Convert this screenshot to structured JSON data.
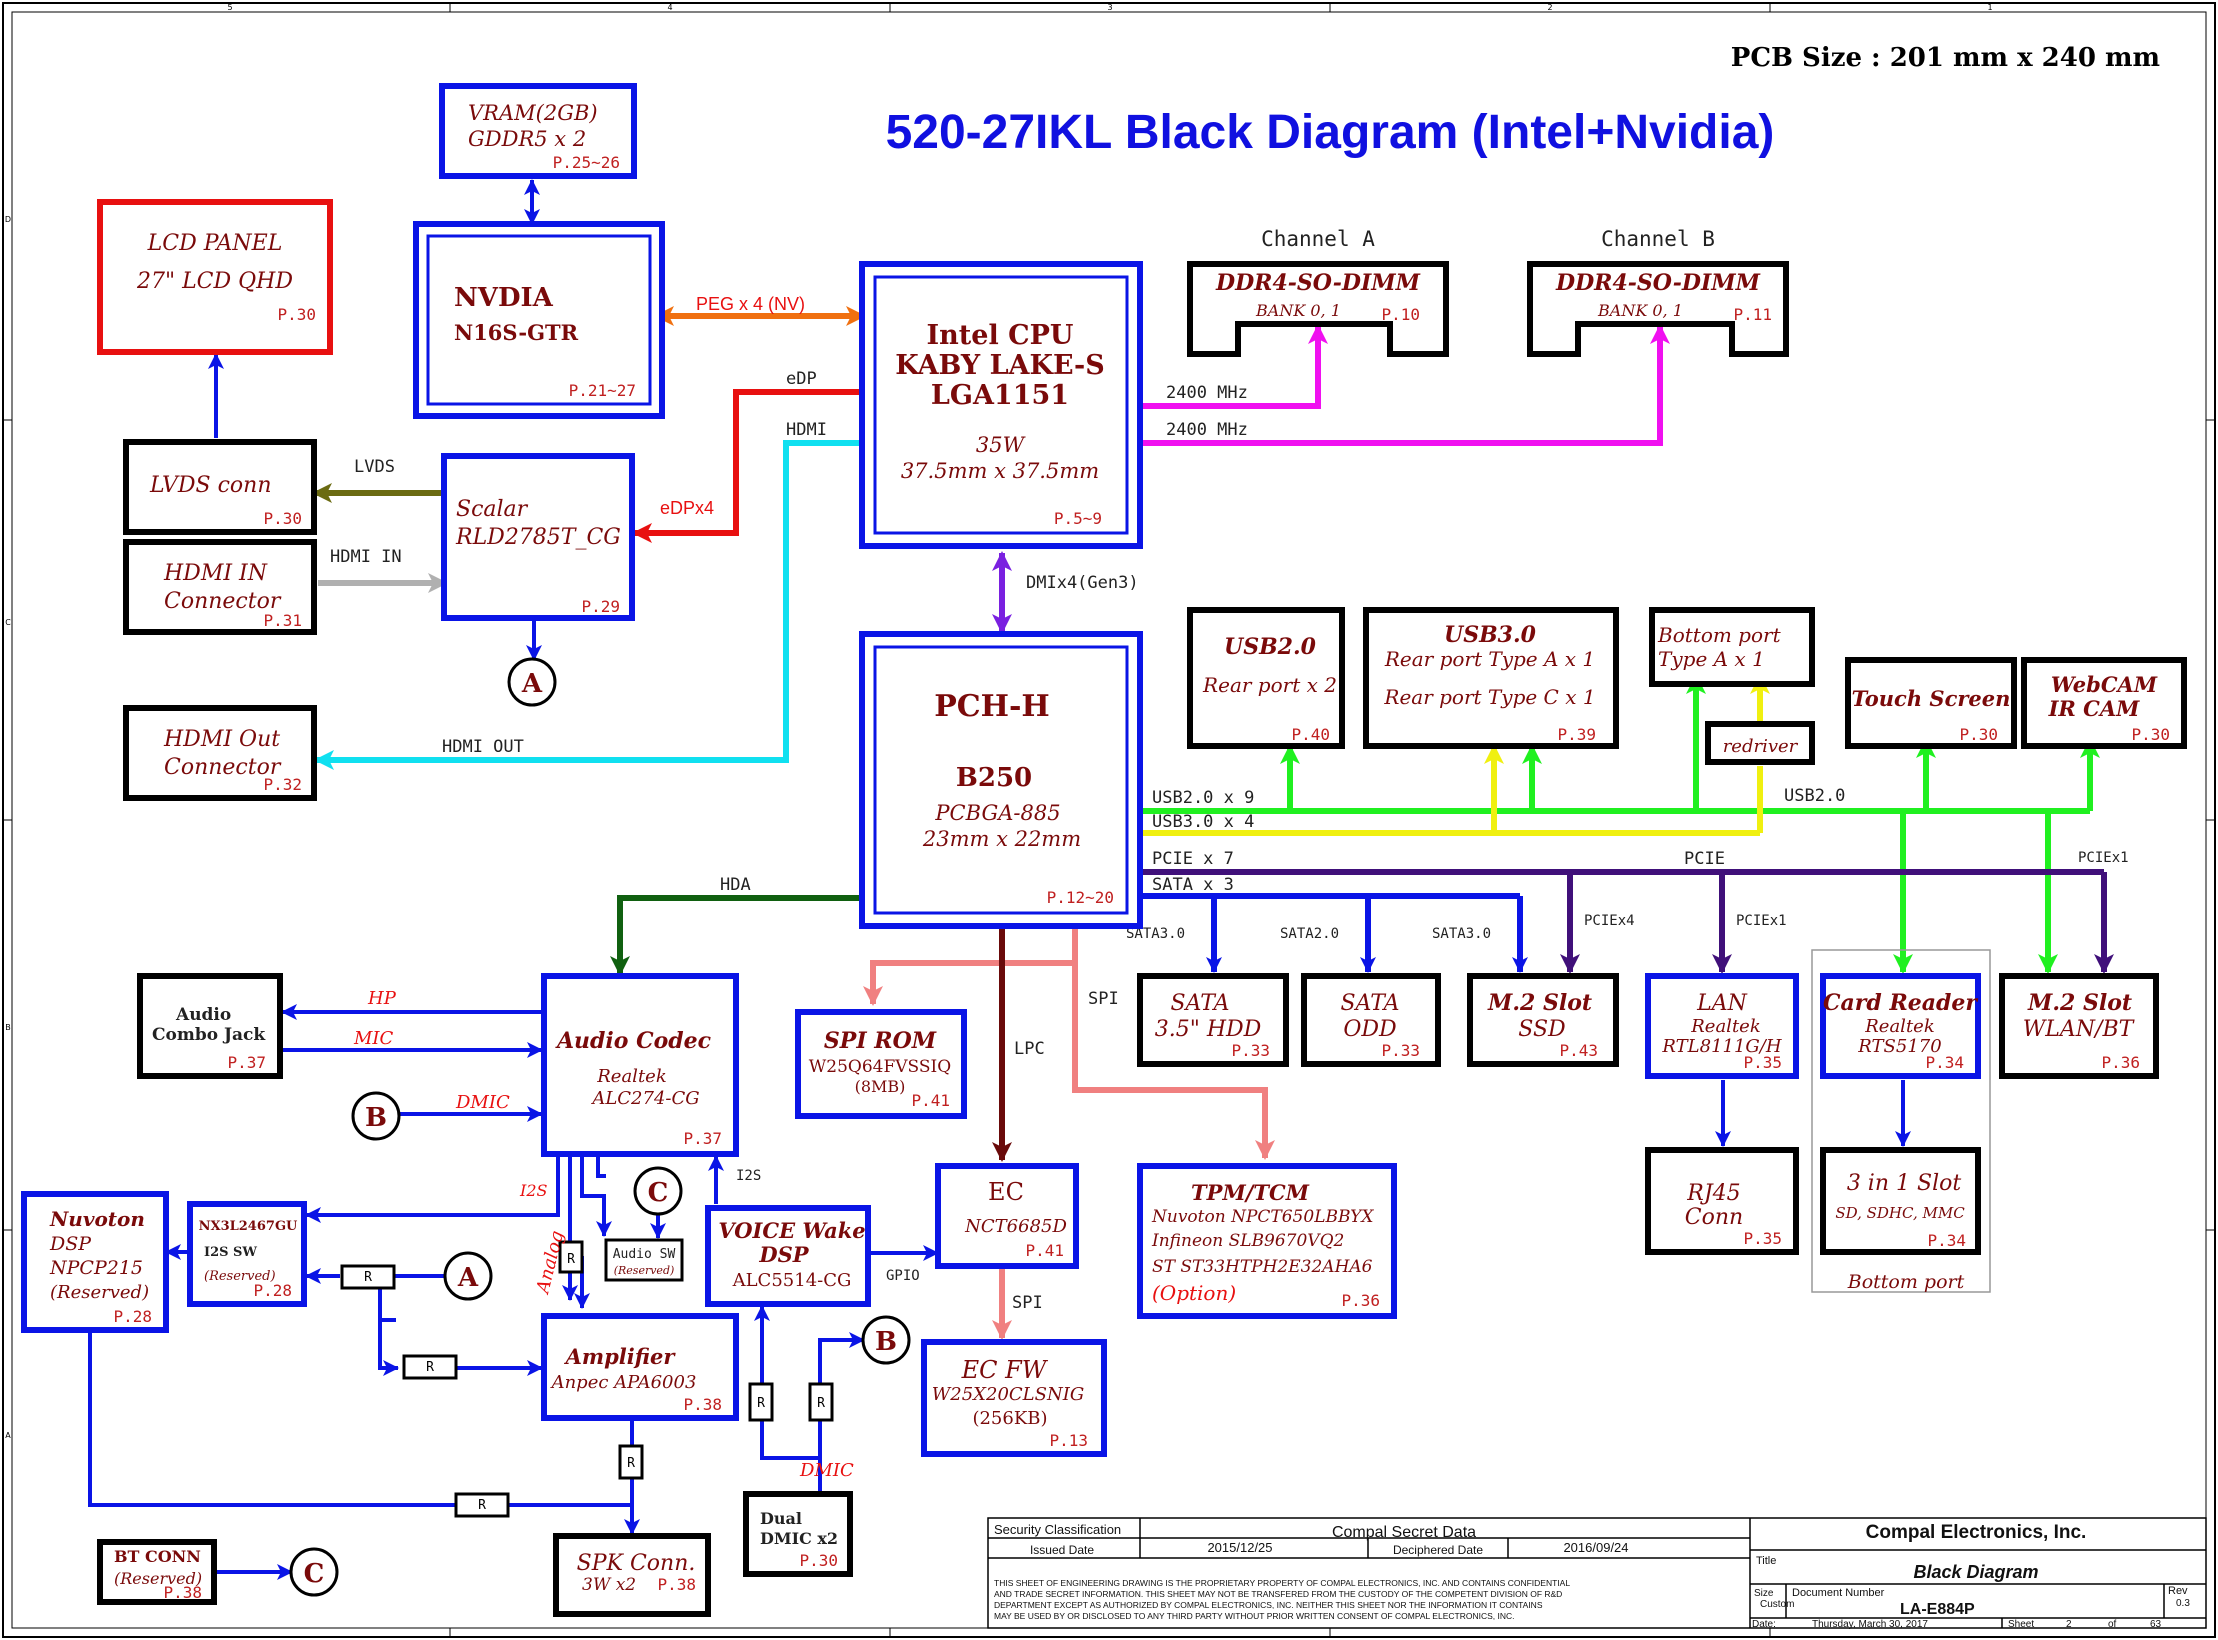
{
  "header": {
    "pcb_size": "PCB Size : 201 mm x 240 mm",
    "title": "520-27IKL Black Diagram (Intel+Nvidia)"
  },
  "border": {
    "top_numbers": [
      "5",
      "4",
      "3",
      "2",
      "1"
    ],
    "side_letters": [
      "D",
      "C",
      "B",
      "A"
    ]
  },
  "colors": {
    "block": "#0a14e6",
    "text": "#7a0a0a",
    "red": "#e81010",
    "orange": "#f07010",
    "olive": "#6b6b12",
    "gray": "#b0b0b0",
    "cyan": "#10e0f0",
    "magenta": "#f010f0",
    "purple": "#7a20e0",
    "green": "#20f020",
    "yellow": "#f0f010",
    "darkgreen": "#106010",
    "indigo": "#40107a",
    "salmon": "#f08080",
    "maroon": "#6a0a0a",
    "title_blue": "#1010e0"
  },
  "blocks": {
    "vram": {
      "l1": "VRAM(2GB)",
      "l2": "GDDR5 x 2",
      "page": "P.25~26"
    },
    "nvidia": {
      "l1": "NVDIA",
      "l2": "N16S-GTR",
      "page": "P.21~27"
    },
    "lcd": {
      "l1": "LCD  PANEL",
      "l2": "27\" LCD   QHD",
      "page": "P.30"
    },
    "lvds_conn": {
      "l1": "LVDS conn",
      "page": "P.30"
    },
    "hdmi_in": {
      "l1": "HDMI IN",
      "l2": "Connector",
      "page": "P.31"
    },
    "scalar": {
      "l1": "Scalar",
      "l2": "RLD2785T_CG",
      "page": "P.29"
    },
    "hdmi_out": {
      "l1": "HDMI Out",
      "l2": "Connector",
      "page": "P.32"
    },
    "cpu": {
      "l1": "Intel CPU",
      "l2": "KABY LAKE-S",
      "l3": "LGA1151",
      "l4": "35W",
      "l5": "37.5mm x 37.5mm",
      "page": "P.5~9"
    },
    "dimm_a": {
      "channel": "Channel  A",
      "l1": "DDR4-SO-DIMM",
      "bank": "BANK 0, 1",
      "page": "P.10"
    },
    "dimm_b": {
      "channel": "Channel  B",
      "l1": "DDR4-SO-DIMM",
      "bank": "BANK 0, 1",
      "page": "P.11"
    },
    "pch": {
      "l1": "PCH-H",
      "l2": "B250",
      "l3": "PCBGA-885",
      "l4": "23mm x 22mm",
      "page": "P.12~20"
    },
    "usb2": {
      "l1": "USB2.0",
      "l2": "Rear port  x 2",
      "page": "P.40"
    },
    "usb3": {
      "l1": "USB3.0",
      "l2": "Rear port Type  A  x 1",
      "l3": "Rear port Type  C  x 1",
      "page": "P.39"
    },
    "bottom_port": {
      "l1": "Bottom port",
      "l2": "Type  A  x 1"
    },
    "redriver": {
      "l1": "redriver"
    },
    "touch": {
      "l1": "Touch Screen",
      "page": "P.30"
    },
    "webcam": {
      "l1": "WebCAM",
      "l2": "IR CAM",
      "page": "P.30"
    },
    "audio_jack": {
      "l1": "Audio",
      "l2": "Combo  Jack",
      "page": "P.37"
    },
    "codec": {
      "l1": "Audio Codec",
      "l2": "Realtek",
      "l3": "ALC274-CG",
      "page": "P.37"
    },
    "spi_rom": {
      "l1": "SPI  ROM",
      "l2": "W25Q64FVSSIQ",
      "l3": "(8MB)",
      "page": "P.41"
    },
    "sata_hdd": {
      "l1": "SATA",
      "l2": "3.5\" HDD",
      "page": "P.33"
    },
    "sata_odd": {
      "l1": "SATA",
      "l2": "ODD",
      "page": "P.33"
    },
    "m2_ssd": {
      "l1": "M.2 Slot",
      "l2": "SSD",
      "page": "P.43"
    },
    "lan": {
      "l1": "LAN",
      "l2": "Realtek",
      "l3": "RTL8111G/H",
      "page": "P.35"
    },
    "card_reader": {
      "l1": "Card Reader",
      "l2": "Realtek",
      "l3": "RTS5170",
      "page": "P.34"
    },
    "m2_wlan": {
      "l1": "M.2 Slot",
      "l2": "WLAN/BT",
      "page": "P.36"
    },
    "nuvoton": {
      "l1": "Nuvoton",
      "l2": "DSP",
      "l3": "NPCP215",
      "l4": "(Reserved)",
      "page": "P.28"
    },
    "i2s_sw": {
      "l1": "NX3L2467GU",
      "l2": "I2S SW",
      "l3": "(Reserved)",
      "page": "P.28"
    },
    "audio_sw": {
      "l1": "Audio  SW",
      "l2": "(Reserved)"
    },
    "voice_dsp": {
      "l1": "VOICE  Wake",
      "l2": "DSP",
      "l3": "ALC5514-CG"
    },
    "ec": {
      "l1": "EC",
      "l2": "NCT6685D",
      "page": "P.41"
    },
    "tpm": {
      "l1": "TPM/TCM",
      "l2": "Nuvoton  NPCT650LBBYX",
      "l3": "Infineon SLB9670VQ2",
      "l4": "ST   ST33HTPH2E32AHA6",
      "l5": "(Option)",
      "page": "P.36"
    },
    "rj45": {
      "l1": "RJ45",
      "l2": "Conn",
      "page": "P.35"
    },
    "slot3in1": {
      "l1": "3  in  1  Slot",
      "l2": "SD, SDHC, MMC",
      "page": "P.34",
      "bottom": "Bottom port"
    },
    "amplifier": {
      "l1": "Amplifier",
      "l2": "Anpec APA6003",
      "page": "P.38"
    },
    "ec_fw": {
      "l1": "EC FW",
      "l2": "W25X20CLSNIG",
      "l3": "(256KB)",
      "page": "P.13"
    },
    "dual_dmic": {
      "l1": "Dual",
      "l2": "DMIC x2",
      "page": "P.30"
    },
    "spk": {
      "l1": "SPK Conn.",
      "l2": "3W x2",
      "page": "P.38"
    },
    "bt": {
      "l1": "BT  CONN",
      "l2": "(Reserved)",
      "page": "P.38"
    }
  },
  "signals": {
    "peg": "PEG x 4 (NV)",
    "edp": "eDP",
    "hdmi": "HDMI",
    "edpx4": "eDPx4",
    "lvds": "LVDS",
    "hdmi_in": "HDMI  IN",
    "hdmi_out": "HDMI  OUT",
    "mhz_a": "2400  MHz",
    "mhz_b": "2400  MHz",
    "dmi": "DMIx4(Gen3)",
    "usb2x9": "USB2.0  x  9",
    "usb3x4": "USB3.0  x  4",
    "usb2_bus": "USB2.0",
    "pciex7": "PCIE  x  7",
    "satax3": "SATA  x  3",
    "pcie_bus": "PCIE",
    "pciex1_right": "PCIEx1",
    "pciex4": "PCIEx4",
    "pciex1_lan": "PCIEx1",
    "sata30_a": "SATA3.0",
    "sata20": "SATA2.0",
    "sata30_b": "SATA3.0",
    "hda": "HDA",
    "spi": "SPI",
    "lpc": "LPC",
    "spi_ec": "SPI",
    "hp": "HP",
    "mic": "MIC",
    "dmic": "DMIC",
    "i2s_a": "I2S",
    "i2s_b": "I2S",
    "analog": "Analog",
    "gpio": "GPIO",
    "dmic_b": "DMIC",
    "resistor": "R"
  },
  "connectors": {
    "a": "A",
    "b": "B",
    "c": "C"
  },
  "title_block": {
    "security_label": "Security Classification",
    "security_value": "Compal Secret Data",
    "company": "Compal Electronics, Inc.",
    "issued_label": "Issued Date",
    "issued_date": "2015/12/25",
    "deciphered_label": "Deciphered Date",
    "deciphered_date": "2016/09/24",
    "title_label": "Title",
    "title_value": "Black Diagram",
    "notice_1": "THIS SHEET OF ENGINEERING DRAWING IS THE PROPRIETARY PROPERTY OF COMPAL ELECTRONICS, INC. AND CONTAINS CONFIDENTIAL",
    "notice_2": "AND TRADE SECRET INFORMATION. THIS SHEET MAY NOT BE TRANSFERED FROM THE CUSTODY OF THE COMPETENT DIVISION OF R&D",
    "notice_3": "DEPARTMENT EXCEPT AS AUTHORIZED BY COMPAL ELECTRONICS, INC. NEITHER THIS SHEET NOR THE INFORMATION IT CONTAINS",
    "notice_4": "MAY BE USED BY OR DISCLOSED TO ANY THIRD PARTY WITHOUT PRIOR WRITTEN CONSENT OF COMPAL ELECTRONICS, INC.",
    "size_label": "Size",
    "size_value": "Custom",
    "docnum_label": "Document  Number",
    "docnum_value": "LA-E884P",
    "rev_label": "Rev",
    "rev_value": "0.3",
    "date_label": "Date:",
    "date_value": "Thursday, March 30, 2017",
    "sheet_label": "Sheet",
    "sheet_value": "2",
    "of_label": "of",
    "sheet_total": "63"
  }
}
